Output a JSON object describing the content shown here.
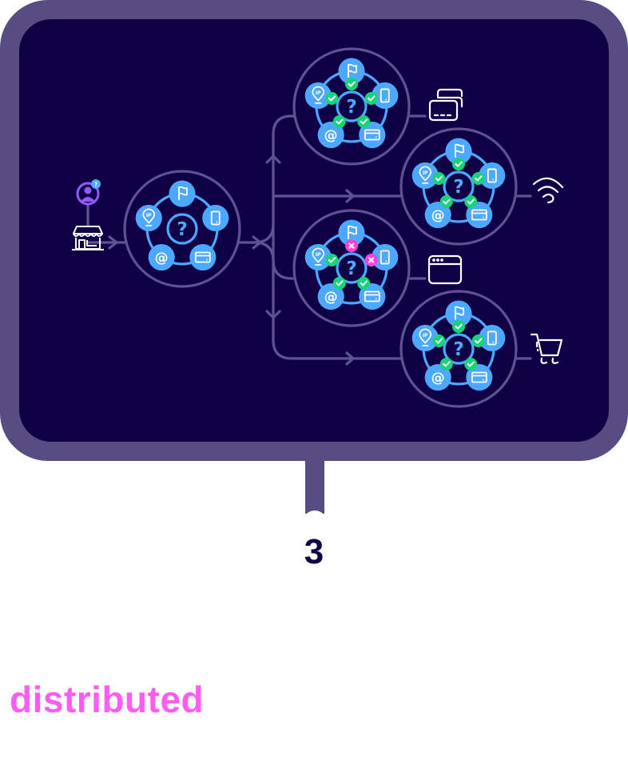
{
  "diagram": {
    "step_number": "3",
    "caption": "distributed",
    "colors": {
      "frame": "#574d82",
      "panel": "#0f0045",
      "node_blue": "#4da8ff",
      "check_green": "#19d27a",
      "fail_pink": "#ff3ee0",
      "connector": "#5d5391",
      "caption_pink": "#ff5cf4",
      "number": "#0f0045"
    },
    "source": {
      "user_icon": "user-question-icon",
      "store_icon": "storefront-icon"
    },
    "hub": {
      "center_icon": "question-icon",
      "signals": [
        "flag-icon",
        "phone-icon",
        "card-icon",
        "email-at-icon",
        "ip-location-icon"
      ]
    },
    "branches": [
      {
        "name": "card-payment",
        "channel_icon": "credit-cards-icon",
        "checks": [
          "pass",
          "pass",
          "pass",
          "pass",
          "pass"
        ]
      },
      {
        "name": "wifi",
        "channel_icon": "wifi-icon",
        "checks": [
          "pass",
          "pass",
          "pass",
          "pass",
          "pass"
        ]
      },
      {
        "name": "browser",
        "channel_icon": "browser-window-icon",
        "checks": [
          "fail",
          "fail",
          "pass",
          "pass",
          "pass"
        ]
      },
      {
        "name": "cart",
        "channel_icon": "shopping-cart-icon",
        "checks": [
          "pass",
          "pass",
          "pass",
          "pass",
          "pass"
        ]
      }
    ]
  }
}
